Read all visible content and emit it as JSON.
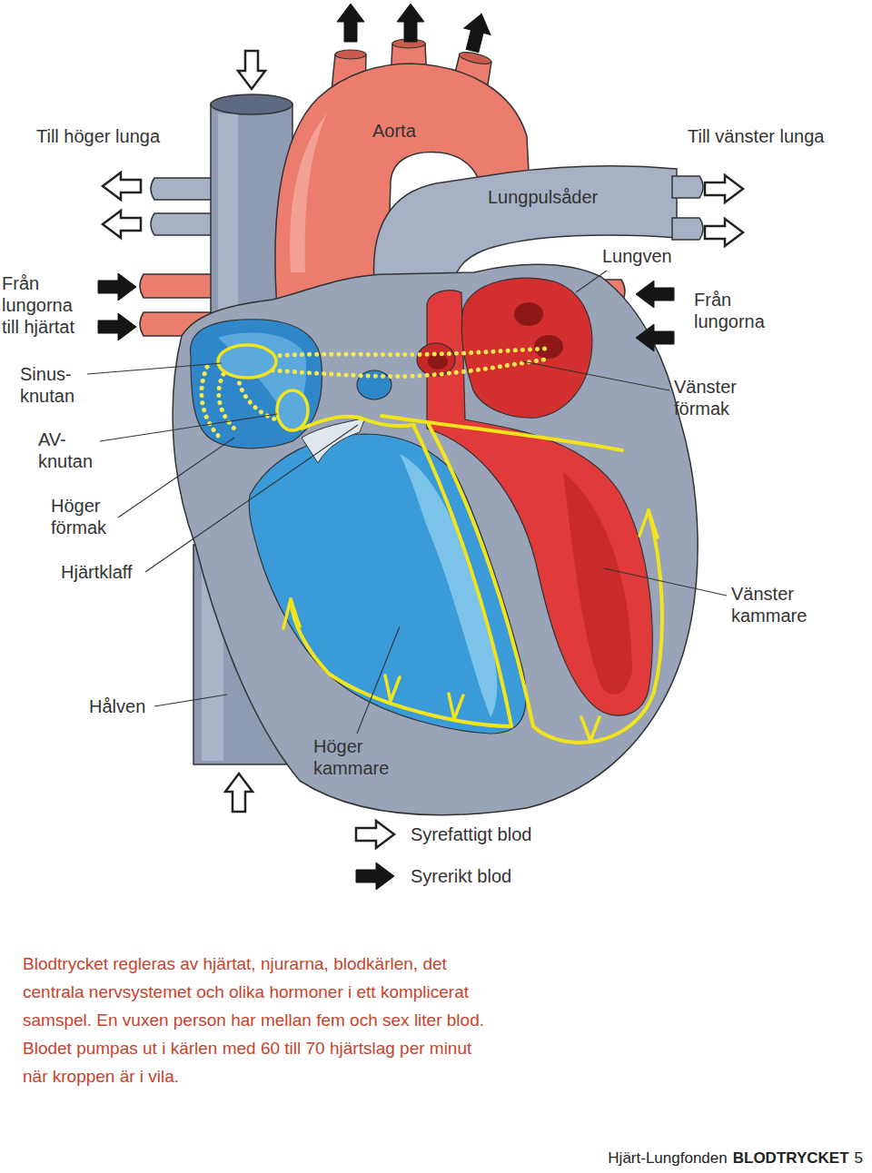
{
  "diagram": {
    "caption": "Blodtrycket regleras av hjärtat, njurarna, blodkärlen, det centrala nervsystemet och olika hormoner i ett komplicerat samspel. En vuxen person har mellan fem och sex liter blod. Blodet pumpas ut i kärlen med 60 till 70 hjärtslag per minut när kroppen är i vila.",
    "labels": [
      "Till höger lunga",
      "Aorta",
      "Till vänster lunga",
      "Lungpulsåder",
      "Lungven",
      "Från lungorna till hjärtat",
      "Från lungorna",
      "Sinus- knutan",
      "Vänster förmak",
      "AV- knutan",
      "Höger förmak",
      "Hjärtklaff",
      "Vänster kammare",
      "Hålven",
      "Höger kammare",
      "Hjärt-Lungfonden",
      "BLODTRYCKET",
      "5"
    ],
    "legend": [
      {
        "text": "Syrefattigt blod"
      },
      {
        "text": "Syrerikt blod"
      }
    ]
  }
}
